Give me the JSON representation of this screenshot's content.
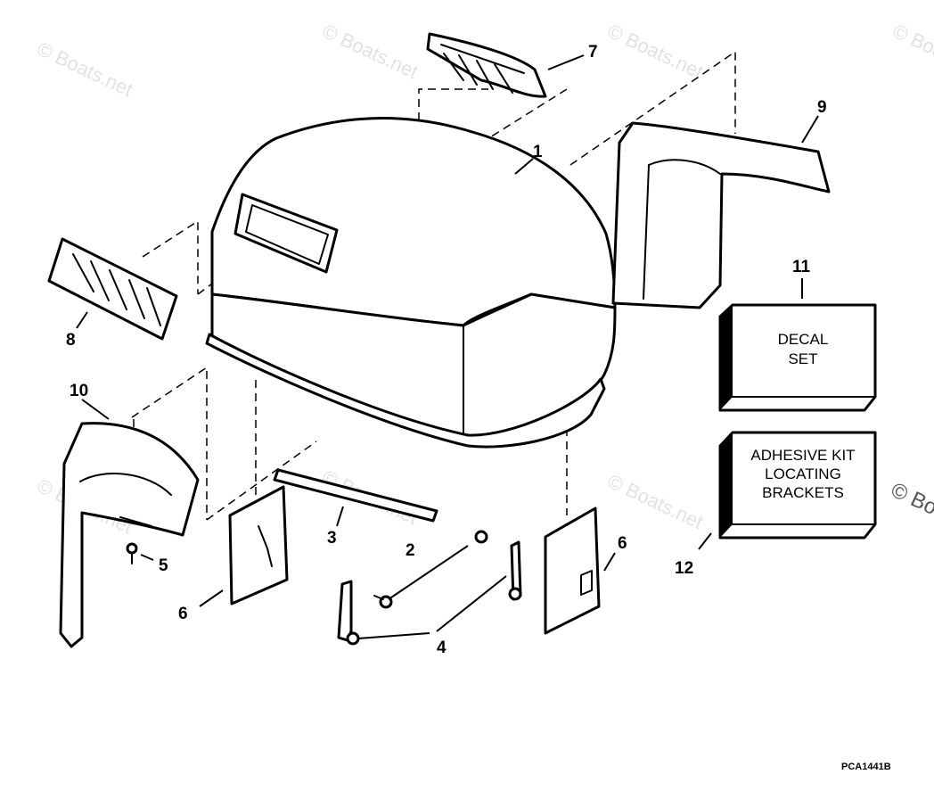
{
  "callouts": {
    "c1": "1",
    "c2": "2",
    "c3": "3",
    "c4": "4",
    "c5": "5",
    "c6a": "6",
    "c6b": "6",
    "c7": "7",
    "c8": "8",
    "c9": "9",
    "c10": "10",
    "c11": "11",
    "c12": "12"
  },
  "decal_box": {
    "line1": "DECAL",
    "line2": "SET"
  },
  "adhesive_box": {
    "line1": "ADHESIVE KIT",
    "line2": "LOCATING",
    "line3": "BRACKETS"
  },
  "watermark": {
    "text": "© Boats.net",
    "edge_text": "© Bo"
  },
  "drawing_code": "PCA1441B"
}
